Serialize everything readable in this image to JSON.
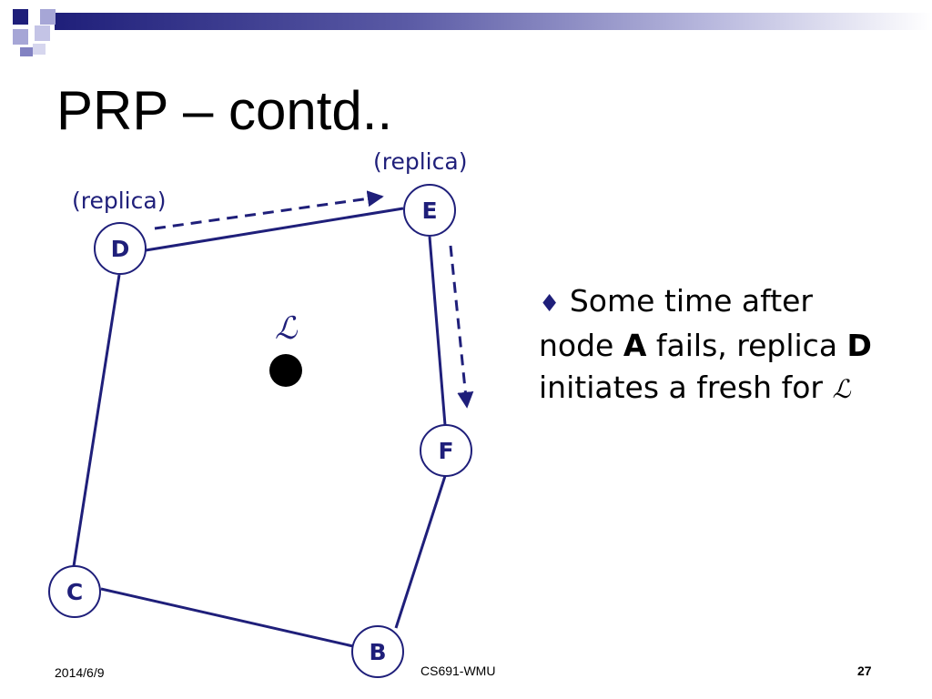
{
  "slide": {
    "title": "PRP – contd..",
    "footer": {
      "date": "2014/6/9",
      "center": "CS691-WMU",
      "page": "27"
    }
  },
  "colors": {
    "navy": "#1f1f7a",
    "lavender": "#a6a6d6",
    "fill_black": "#000000"
  },
  "diagram": {
    "nodes": [
      {
        "id": "D",
        "label": "D"
      },
      {
        "id": "E",
        "label": "E"
      },
      {
        "id": "F",
        "label": "F"
      },
      {
        "id": "B",
        "label": "B"
      },
      {
        "id": "C",
        "label": "C"
      }
    ],
    "edges": [
      {
        "from": "D",
        "to": "E",
        "style": "solid"
      },
      {
        "from": "E",
        "to": "F",
        "style": "solid"
      },
      {
        "from": "F",
        "to": "B",
        "style": "solid"
      },
      {
        "from": "B",
        "to": "C",
        "style": "solid"
      },
      {
        "from": "C",
        "to": "D",
        "style": "solid"
      },
      {
        "from": "D",
        "to": "E",
        "style": "dashed-arrow"
      },
      {
        "from": "E",
        "to": "F",
        "style": "dashed-arrow"
      }
    ],
    "replica_labels": {
      "d": "(replica)",
      "e": "(replica)"
    },
    "location_symbol": "ℒ"
  },
  "bullet": {
    "marker": "♦",
    "line1": "Some time after",
    "line2_pre": "node ",
    "node_a": "A",
    "line2_mid": " fails, replica ",
    "node_d": "D",
    "line3": "initiates a fresh for ",
    "symbol": "ℒ"
  }
}
